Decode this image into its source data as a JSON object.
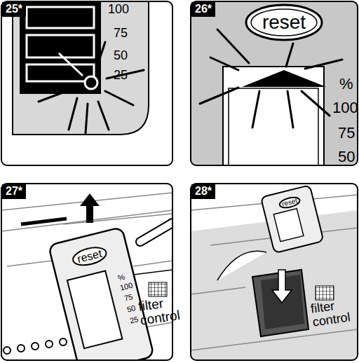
{
  "diagram": {
    "nodes": [
      {
        "text": [
          "25*"
        ]
      },
      {
        "text": [
          "26*"
        ]
      },
      {
        "text": [
          "27*"
        ]
      },
      {
        "text": [
          "28*"
        ]
      },
      {
        "text": [
          "reset"
        ]
      },
      {
        "text": [
          "reset"
        ]
      },
      {
        "text": [
          "reset"
        ]
      }
    ],
    "labels": [
      "100",
      "75",
      "50",
      "25",
      "%",
      "100",
      "75",
      "50",
      "%",
      "100",
      "75",
      "50",
      "25",
      "filter control",
      "filter control"
    ]
  }
}
